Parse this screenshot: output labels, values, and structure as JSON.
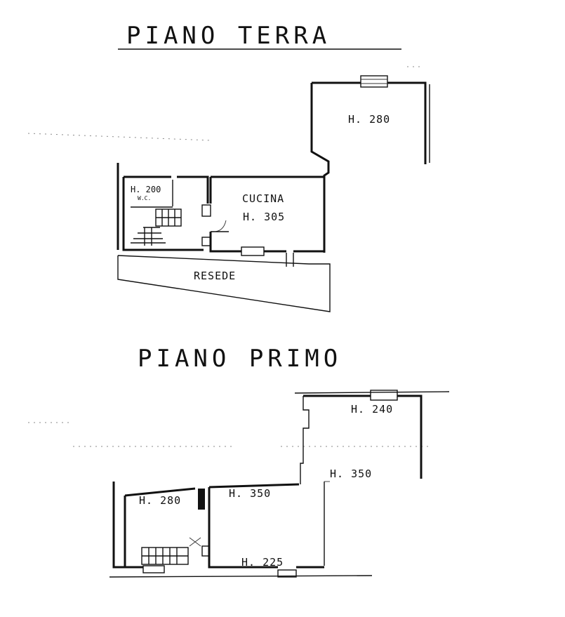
{
  "ground_floor": {
    "title": "PIANO TERRA",
    "rooms": {
      "main_height": "H. 280",
      "kitchen_name": "CUCINA",
      "kitchen_height": "H. 305",
      "wc_height": "H. 200",
      "wc_name": "W.C.",
      "yard": "RESEDE"
    }
  },
  "first_floor": {
    "title": "PIANO PRIMO",
    "heights": {
      "h240": "H. 240",
      "h350_right": "H. 350",
      "h350_mid": "H. 350",
      "h280": "H. 280",
      "h225": "H. 225"
    }
  }
}
